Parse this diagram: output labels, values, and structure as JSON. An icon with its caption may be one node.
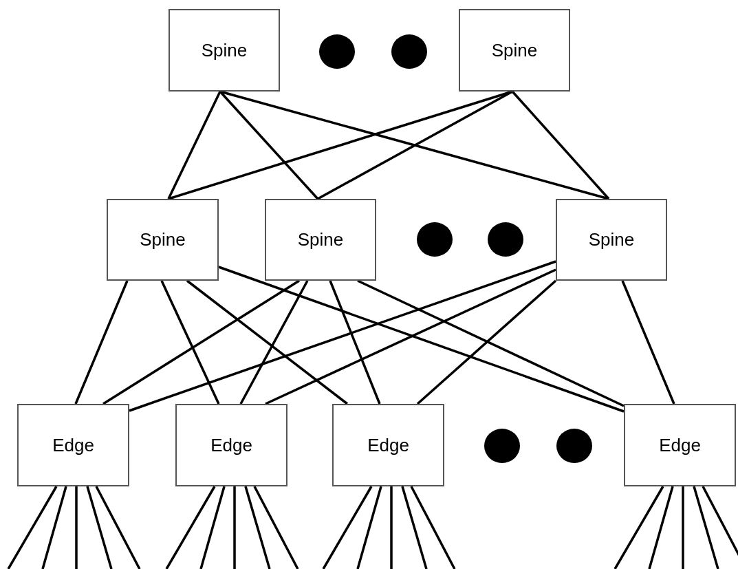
{
  "diagram": {
    "nodes": [
      {
        "text": [
          "Spine"
        ]
      },
      {
        "text": [
          "Spine"
        ]
      },
      {
        "text": [
          "Spine"
        ]
      },
      {
        "text": [
          "Spine"
        ]
      },
      {
        "text": [
          "Spine"
        ]
      },
      {
        "text": [
          "Edge"
        ]
      },
      {
        "text": [
          "Edge"
        ]
      },
      {
        "text": [
          "Edge"
        ]
      },
      {
        "text": [
          "Edge"
        ]
      }
    ],
    "edges": [
      {
        "from": 0,
        "to": 2,
        "arrow": "none"
      },
      {
        "from": 0,
        "to": 3,
        "arrow": "none"
      },
      {
        "from": 0,
        "to": 4,
        "arrow": "none"
      },
      {
        "from": 1,
        "to": 2,
        "arrow": "none"
      },
      {
        "from": 1,
        "to": 3,
        "arrow": "none"
      },
      {
        "from": 1,
        "to": 4,
        "arrow": "none"
      },
      {
        "from": 2,
        "to": 5,
        "arrow": "none"
      },
      {
        "from": 2,
        "to": 6,
        "arrow": "none"
      },
      {
        "from": 2,
        "to": 7,
        "arrow": "none"
      },
      {
        "from": 2,
        "to": 8,
        "arrow": "none"
      },
      {
        "from": 3,
        "to": 5,
        "arrow": "none"
      },
      {
        "from": 3,
        "to": 6,
        "arrow": "none"
      },
      {
        "from": 3,
        "to": 7,
        "arrow": "none"
      },
      {
        "from": 3,
        "to": 8,
        "arrow": "none"
      },
      {
        "from": 4,
        "to": 5,
        "arrow": "none"
      },
      {
        "from": 4,
        "to": 6,
        "arrow": "none"
      },
      {
        "from": 4,
        "to": 7,
        "arrow": "none"
      },
      {
        "from": 4,
        "to": 8,
        "arrow": "none"
      },
      {
        "from": 5,
        "to": null,
        "arrow": "none"
      },
      {
        "from": 5,
        "to": null,
        "arrow": "none"
      },
      {
        "from": 5,
        "to": null,
        "arrow": "none"
      },
      {
        "from": 5,
        "to": null,
        "arrow": "none"
      },
      {
        "from": 5,
        "to": null,
        "arrow": "none"
      },
      {
        "from": 6,
        "to": null,
        "arrow": "none"
      },
      {
        "from": 6,
        "to": null,
        "arrow": "none"
      },
      {
        "from": 6,
        "to": null,
        "arrow": "none"
      },
      {
        "from": 6,
        "to": null,
        "arrow": "none"
      },
      {
        "from": 6,
        "to": null,
        "arrow": "none"
      },
      {
        "from": 7,
        "to": null,
        "arrow": "none"
      },
      {
        "from": 7,
        "to": null,
        "arrow": "none"
      },
      {
        "from": 7,
        "to": null,
        "arrow": "none"
      },
      {
        "from": 7,
        "to": null,
        "arrow": "none"
      },
      {
        "from": 7,
        "to": null,
        "arrow": "none"
      },
      {
        "from": 8,
        "to": null,
        "arrow": "none"
      },
      {
        "from": 8,
        "to": null,
        "arrow": "none"
      },
      {
        "from": 8,
        "to": null,
        "arrow": "none"
      },
      {
        "from": 8,
        "to": null,
        "arrow": "none"
      },
      {
        "from": 8,
        "to": null,
        "arrow": "none"
      }
    ]
  }
}
